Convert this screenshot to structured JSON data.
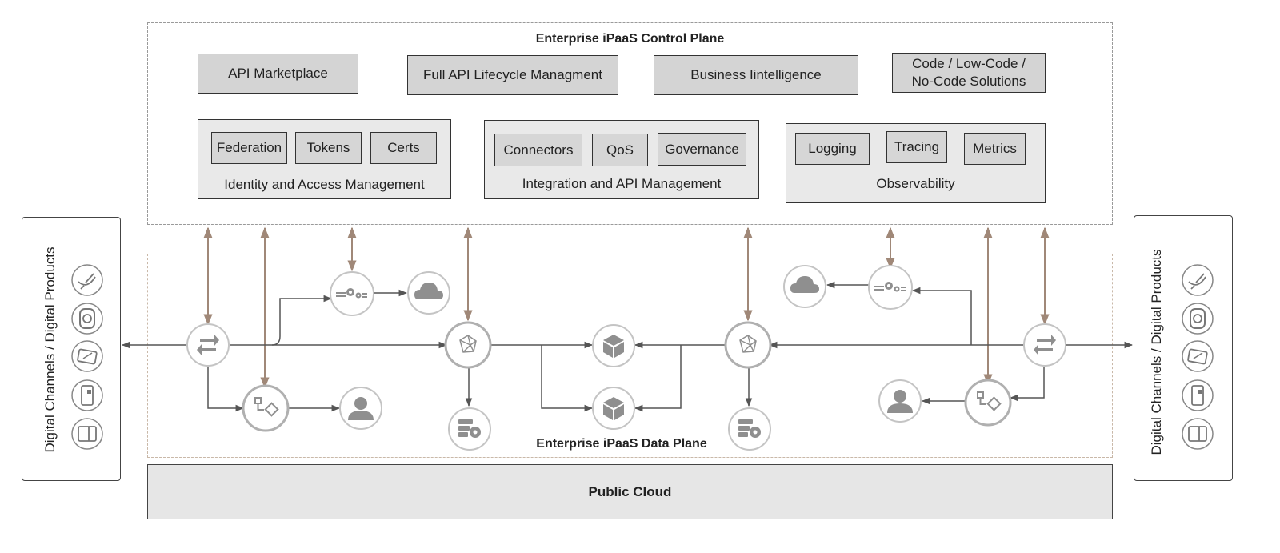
{
  "control_plane": {
    "title": "Enterprise iPaaS Control Plane",
    "top_boxes": [
      "API Marketplace",
      "Full API Lifecycle Managment",
      "Business Iintelligence",
      "Code / Low-Code /\nNo-Code  Solutions"
    ],
    "groups": [
      {
        "label": "Identity and Access Management",
        "items": [
          "Federation",
          "Tokens",
          "Certs"
        ]
      },
      {
        "label": "Integration and API Management",
        "items": [
          "Connectors",
          "QoS",
          "Governance"
        ]
      },
      {
        "label": "Observability",
        "items": [
          "Logging",
          "Tracing",
          "Metrics"
        ]
      }
    ]
  },
  "data_plane": {
    "title": "Enterprise iPaaS Data Plane"
  },
  "public_cloud": {
    "label": "Public Cloud"
  },
  "side_panels": {
    "left_label": "Digital Channels / Digital Products",
    "right_label": "Digital Channels / Digital Products",
    "icons": [
      "satellite-dish-icon",
      "smartwatch-icon",
      "tablet-icon",
      "mobile-phone-icon",
      "kiosk-icon"
    ]
  },
  "colors": {
    "arrow_brown": "#a08878",
    "arrow_gray": "#555555",
    "node_stroke": "#b5b5b5",
    "icon_gray": "#8f8f8f"
  }
}
